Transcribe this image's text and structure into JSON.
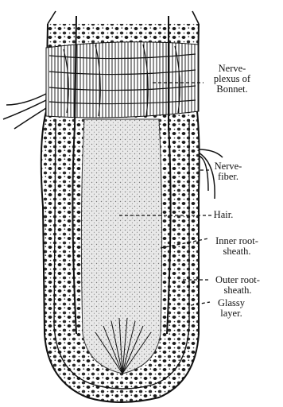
{
  "diagram": {
    "labels": {
      "nerve_plexus": [
        "Nerve-",
        "plexus of",
        "Bonnet."
      ],
      "nerve_fiber": [
        "Nerve-",
        "fiber."
      ],
      "hair": [
        "Hair."
      ],
      "inner_root_sheath": [
        "Inner root-",
        "sheath."
      ],
      "outer_root_sheath": [
        "Outer root-",
        "sheath."
      ],
      "glassy_layer": [
        "Glassy",
        "layer."
      ]
    },
    "colors": {
      "ink": "#111111",
      "paper": "#ffffff",
      "hair_shaft": "#c9c9c9"
    }
  }
}
